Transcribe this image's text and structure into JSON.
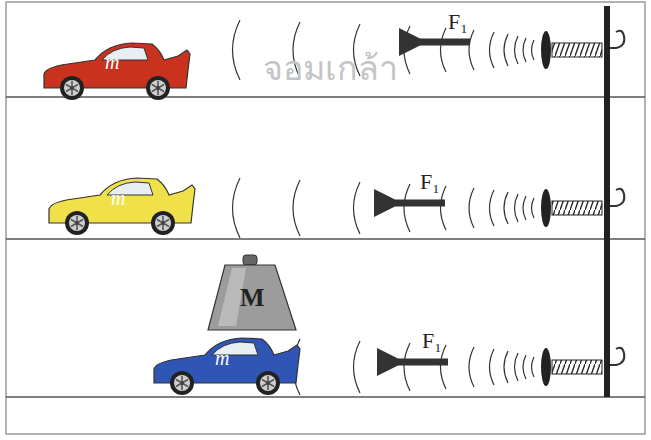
{
  "diagram": {
    "labels": [
      "m",
      "F₁",
      "m",
      "F₁",
      "M",
      "m",
      "F₁",
      "จอมเกล้า"
    ]
  }
}
